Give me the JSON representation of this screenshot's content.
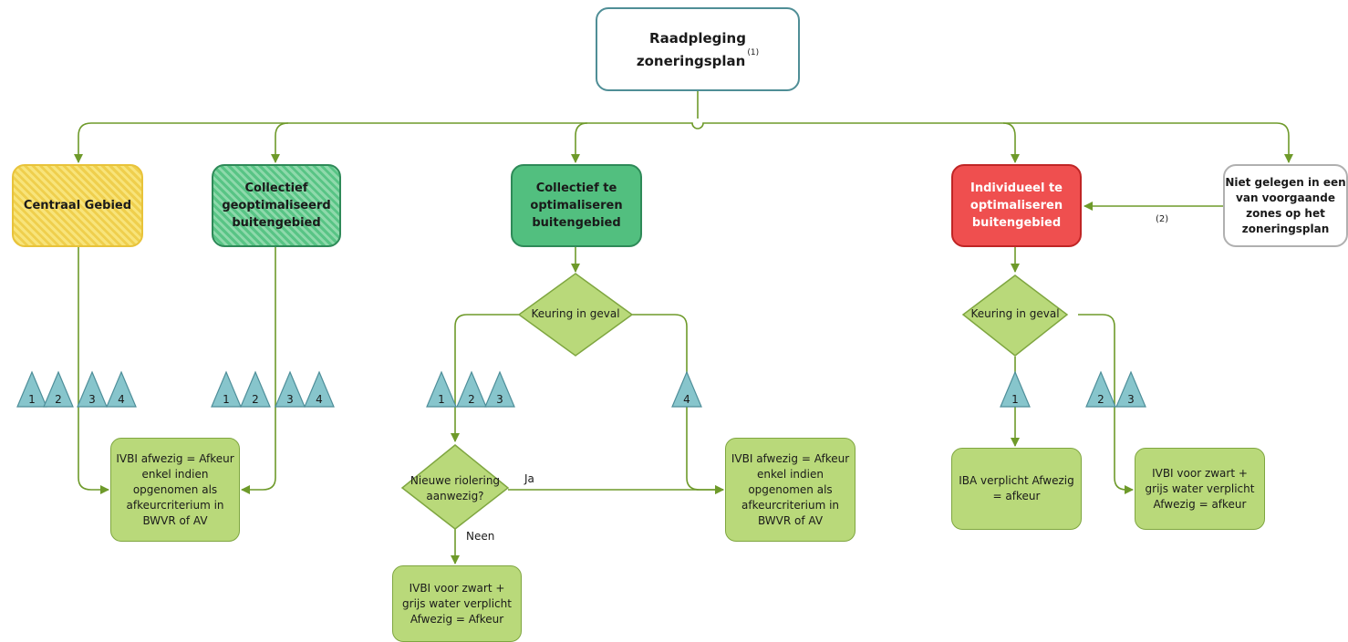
{
  "root": {
    "title": "Raadpleging zoneringsplan",
    "note": "(1)"
  },
  "zones": {
    "centraal": "Centraal Gebied",
    "collectief_geopt": "Collectief geoptimaliseerd buitengebied",
    "collectief_te_opt": "Collectief te optimaliseren buitengebied",
    "individueel": "Individueel te optimaliseren buitengebied",
    "niet_gelegen": "Niet gelegen in een van voorgaande zones op het zoneringsplan"
  },
  "decisions": {
    "keuring_mid": "Keuring in geval",
    "keuring_right": "Keuring in geval",
    "nieuwe_riolering": "Nieuwe riolering aanwezig?"
  },
  "edge_labels": {
    "ja": "Ja",
    "neen": "Neen",
    "note2": "(2)"
  },
  "triangles": {
    "left": [
      "1",
      "2",
      "3",
      "4"
    ],
    "second": [
      "1",
      "2",
      "3",
      "4"
    ],
    "mid_left": [
      "1",
      "2",
      "3"
    ],
    "mid_right": [
      "4"
    ],
    "right_1": [
      "1"
    ],
    "right_23": [
      "2",
      "3"
    ]
  },
  "results": {
    "ivbi_afwezig_left": "IVBI afwezig = Afkeur enkel indien opgenomen als afkeurcriterium in BWVR of AV",
    "ivbi_afwezig_mid": "IVBI afwezig = Afkeur enkel indien opgenomen als afkeurcriterium in BWVR of AV",
    "ivbi_verplicht_mid": "IVBI voor zwart + grijs water verplicht Afwezig = Afkeur",
    "iba_verplicht": "IBA verplicht Afwezig = afkeur",
    "ivbi_verplicht_right": "IVBI voor zwart + grijs water verplicht Afwezig = afkeur"
  },
  "colors": {
    "connector": "#6e9a2a",
    "triangle_fill": "#87c5cc",
    "triangle_stroke": "#4e8e99",
    "diamond_fill": "#b9d97a"
  }
}
